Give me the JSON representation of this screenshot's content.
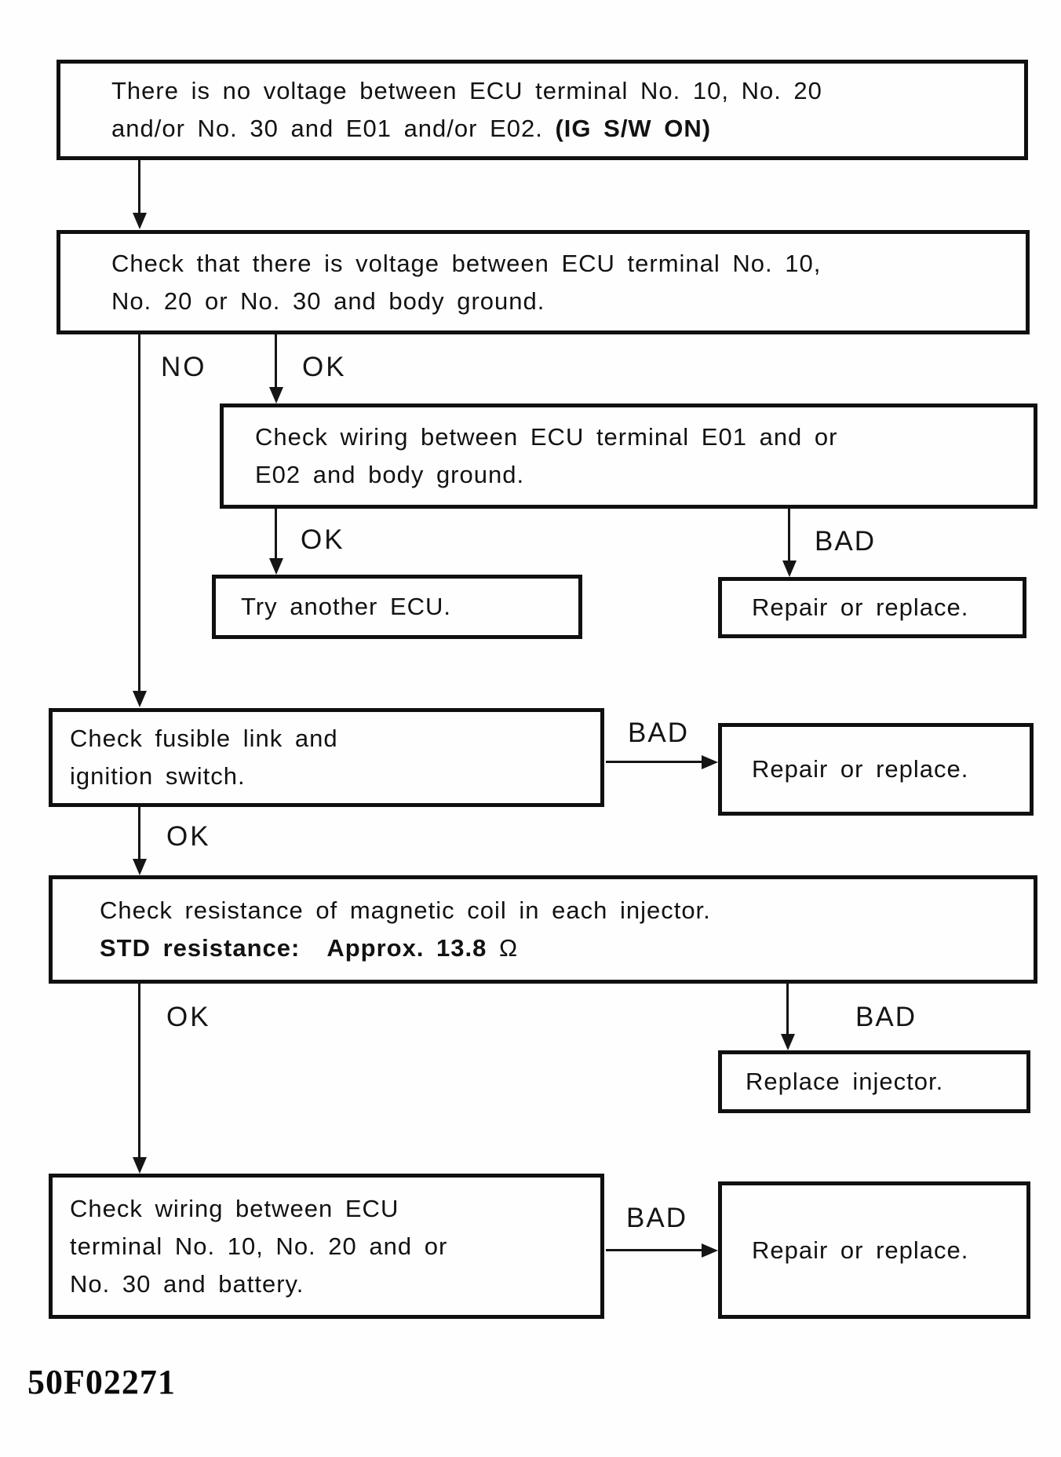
{
  "figure_code": "50F02271",
  "edge_labels": {
    "no_1": "NO",
    "ok_1": "OK",
    "ok_2": "OK",
    "bad_1": "BAD",
    "bad_2": "BAD",
    "ok_3": "OK",
    "ok_4": "OK",
    "bad_3": "BAD",
    "bad_4": "BAD"
  },
  "nodes": {
    "no_voltage": {
      "line1": "There is no voltage between ECU terminal No. 10, No. 20",
      "line2": "and/or No. 30 and E01 and/or E02.",
      "line2_bold": "(IG S/W ON)"
    },
    "check_voltage_body_ground": {
      "line1": "Check that there is voltage between ECU terminal No. 10,",
      "line2": "No. 20 or No. 30 and body ground."
    },
    "check_wiring_e01_e02": {
      "line1": "Check wiring between ECU terminal E01 and or",
      "line2": "E02 and body ground."
    },
    "try_another_ecu": {
      "line1": "Try another ECU."
    },
    "repair_or_replace_1": {
      "line1": "Repair or replace."
    },
    "check_fusible_link": {
      "line1": "Check fusible link and",
      "line2": "ignition switch."
    },
    "repair_or_replace_2": {
      "line1": "Repair or replace."
    },
    "check_injector_resistance": {
      "line1": "Check resistance of magnetic coil in each injector.",
      "line2_bold_label": "STD resistance:",
      "line2_bold_value": "Approx. 13.8",
      "line2_unit": "Ω"
    },
    "replace_injector": {
      "line1": "Replace injector."
    },
    "check_wiring_battery": {
      "line1": "Check wiring between ECU",
      "line2": "terminal No. 10, No. 20 and or",
      "line3": "No. 30 and battery."
    },
    "repair_or_replace_3": {
      "line1": "Repair or replace."
    }
  }
}
